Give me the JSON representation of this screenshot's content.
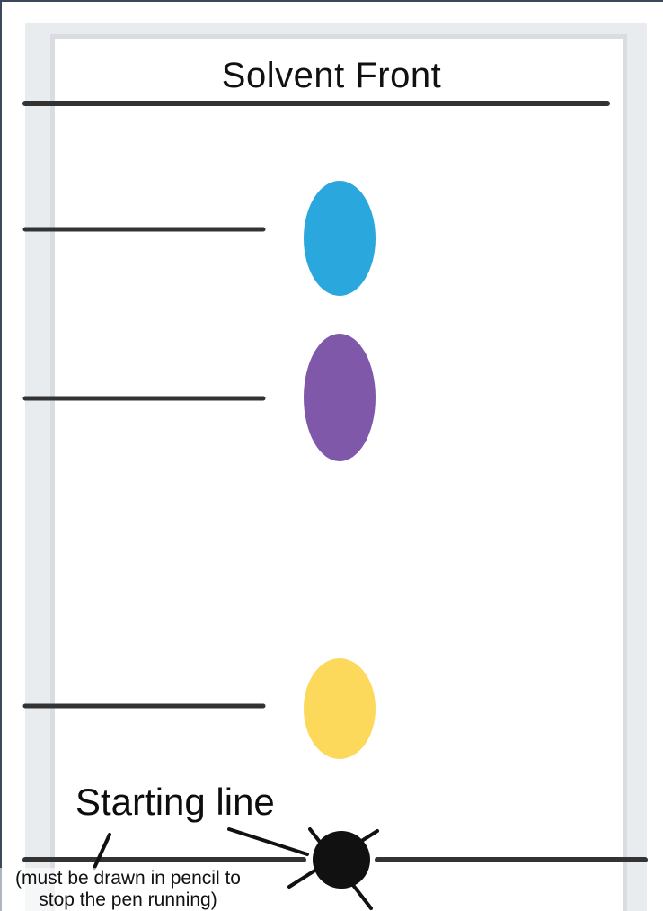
{
  "title": "Solvent Front",
  "starting_line_label": "Starting line",
  "note_line1": "(must be drawn in pencil to",
  "note_line2": "stop the pen running)",
  "colors": {
    "spot_blue": "#2aa7dc",
    "spot_purple": "#8058aa",
    "spot_yellow": "#fcd95a",
    "origin_spot": "#111111",
    "lines": "#333333"
  }
}
